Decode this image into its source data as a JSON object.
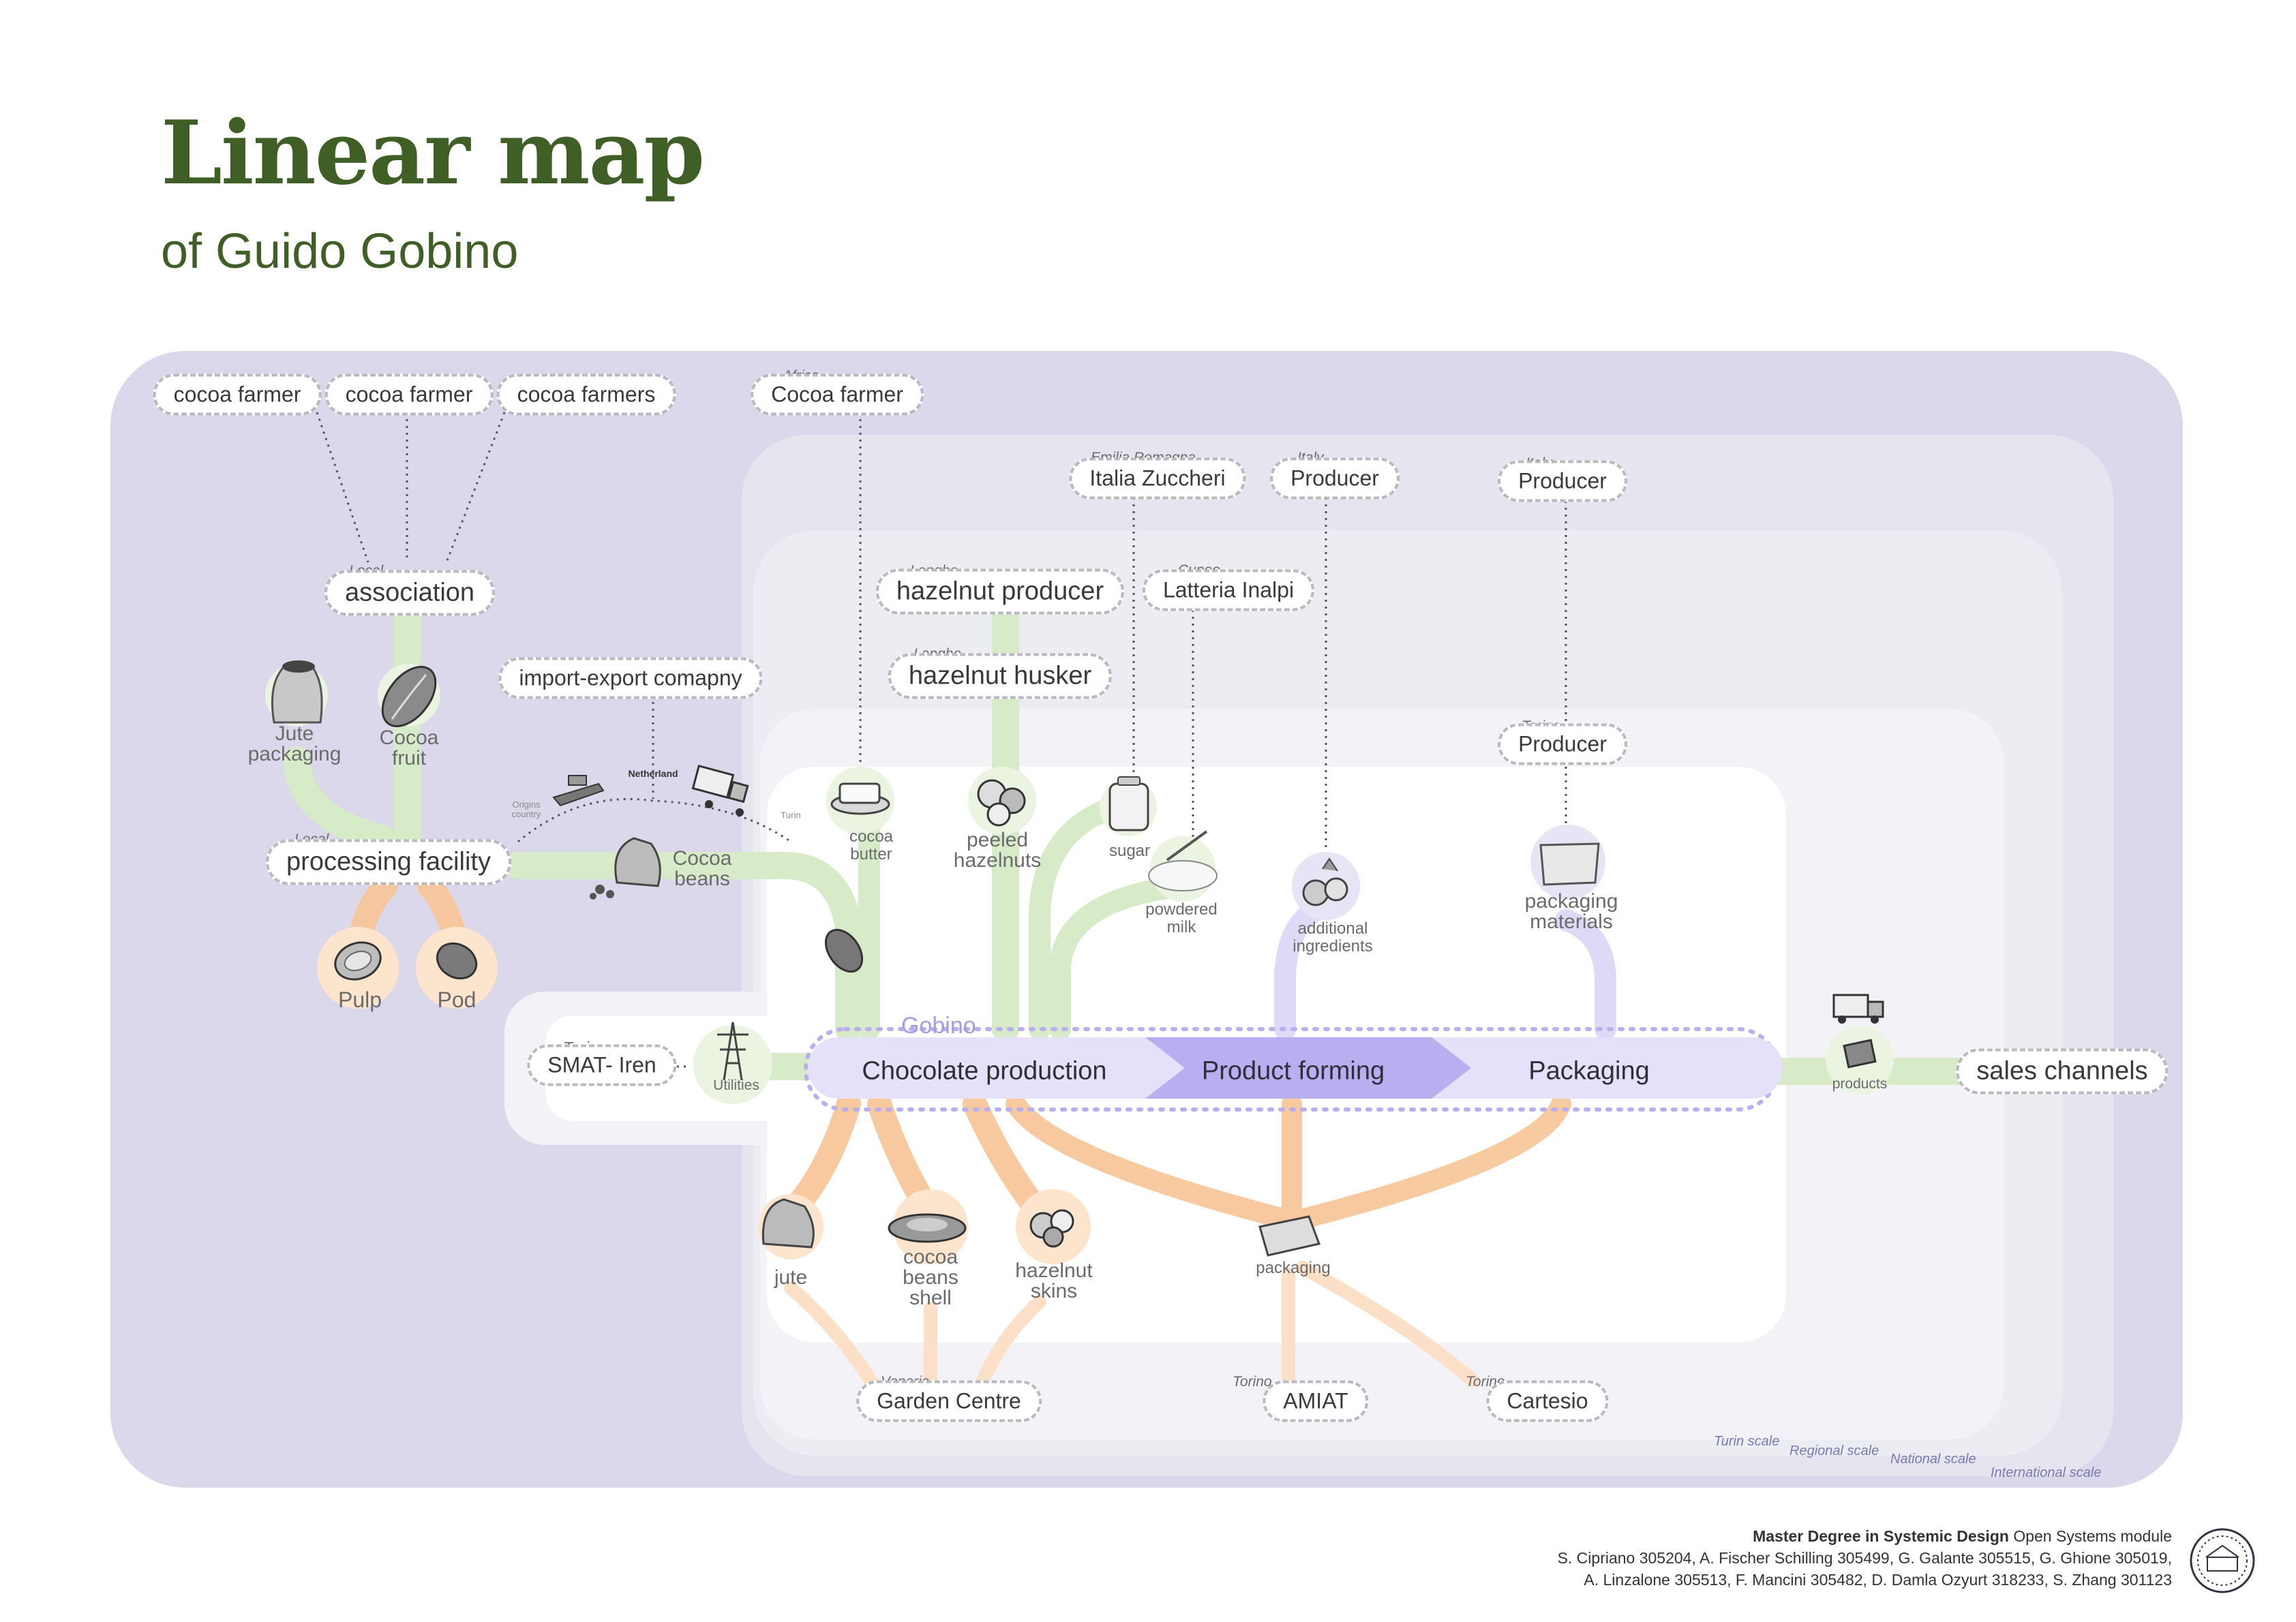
{
  "header": {
    "title": "Linear map",
    "subtitle": "of Guido Gobino"
  },
  "nodes": {
    "cocoa_farmer_1": "cocoa farmer",
    "cocoa_farmer_2": "cocoa farmer",
    "cocoa_farmers": "cocoa farmers",
    "cocoa_farmer_africa": {
      "loc": "Africa",
      "label": "Cocoa farmer"
    },
    "association": {
      "loc": "Local",
      "label": "association"
    },
    "import_export": "import-export comapny",
    "processing_facility": {
      "loc": "Local",
      "label": "processing facility"
    },
    "italia_zuccheri": {
      "loc": "Emilia Romagna",
      "label": "Italia Zuccheri"
    },
    "producer_italy_1": {
      "loc": "Italy",
      "label": "Producer"
    },
    "producer_italy_2": {
      "loc": "Italy",
      "label": "Producer"
    },
    "hazelnut_producer": {
      "loc": "Langhe",
      "label": "hazelnut producer"
    },
    "latteria_inalpi": {
      "loc": "Cuneo",
      "label": "Latteria Inalpi"
    },
    "hazelnut_husker": {
      "loc": "Langhe",
      "label": "hazelnut husker"
    },
    "producer_torino": {
      "loc": "Torino",
      "label": "Producer"
    },
    "smat_iren": {
      "loc": "Turin",
      "label": "SMAT- Iren"
    },
    "sales_channels": "sales channels",
    "garden_centre": {
      "loc": "Venaria",
      "label": "Garden Centre"
    },
    "amiat": {
      "loc": "Torino",
      "label": "AMIAT"
    },
    "cartesio": {
      "loc": "Torino",
      "label": "Cartesio"
    }
  },
  "items": {
    "jute_packaging": "Jute\npackaging",
    "cocoa_fruit": "Cocoa\nfruit",
    "pulp": "Pulp",
    "pod": "Pod",
    "cocoa_beans": "Cocoa\nbeans",
    "cocoa_butter": "cocoa\nbutter",
    "peeled_hazelnuts": "peeled\nhazelnuts",
    "sugar": "sugar",
    "powdered_milk": "powdered\nmilk",
    "additional_ingredients": "additional\ningredients",
    "packaging_materials": "packaging\nmaterials",
    "utilities": "Utilities",
    "products": "products",
    "jute": "jute",
    "cocoa_beans_shell": "cocoa\nbeans\nshell",
    "hazelnut_skins": "hazelnut\nskins",
    "packaging_waste": "packaging"
  },
  "transport": {
    "origin": "Origins\ncountry",
    "netherland": "Netherland",
    "turin": "Turin"
  },
  "gobino_label": "Gobino",
  "processes": [
    "Chocolate production",
    "Product forming",
    "Packaging"
  ],
  "scales": [
    "Turin scale",
    "Regional scale",
    "National scale",
    "International scale"
  ],
  "credits": {
    "line1_bold": "Master Degree in Systemic Design",
    "line1_rest": " Open Systems module",
    "line2": "S. Cipriano 305204, A. Fischer Schilling 305499, G. Galante 305515, G. Ghione 305019,",
    "line3": "A. Linzalone 305513, F. Mancini 305482, D. Damla Ozyurt 318233, S. Zhang 301123"
  },
  "colors": {
    "title_green": "#3f5f27",
    "international_scale": "#dcd8ec",
    "national_scale": "#e6e4ee",
    "regional_scale": "#ececf3",
    "turin_scale": "#f3f3f7",
    "inputs_green": "#d8ebc8",
    "waste_orange": "#f8c79a",
    "process_bar": "#e5e1fb",
    "process_accent": "#b8aef0"
  }
}
